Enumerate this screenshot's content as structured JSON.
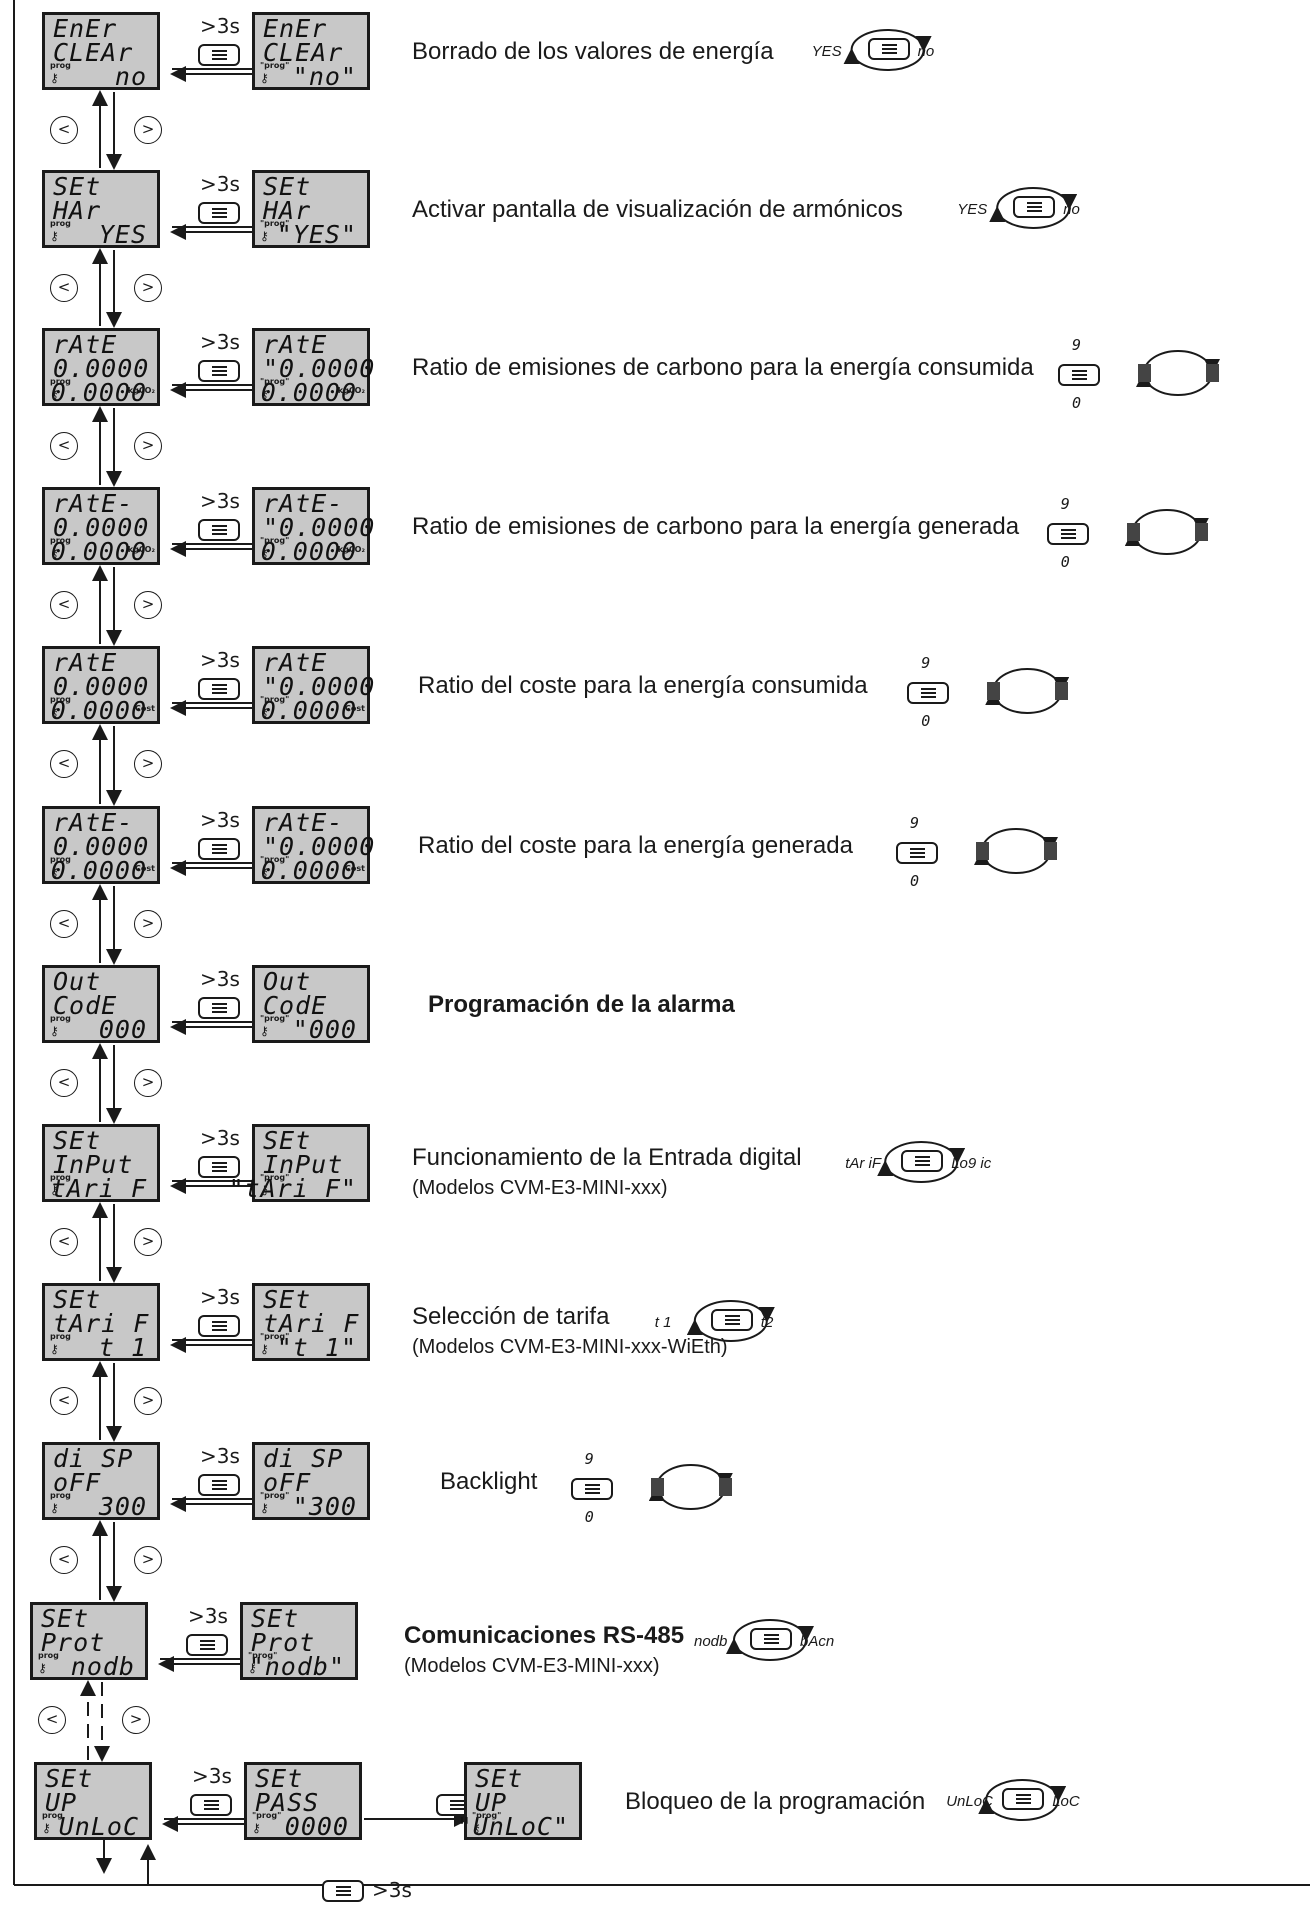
{
  "common": {
    "hold_label": ">3s",
    "prog_label": "prog",
    "left_arrow": "<",
    "right_arrow": ">"
  },
  "rows": [
    {
      "id": "ener",
      "lcd": [
        "EnEr",
        "CLEAr",
        "no"
      ],
      "lcd2": [
        "EnEr",
        "CLEAr",
        "\"no\""
      ],
      "unit": "",
      "desc": "Borrado de los valores de energía",
      "bold": false,
      "sub": "",
      "options": [
        "YES",
        "no"
      ]
    },
    {
      "id": "har",
      "lcd": [
        "SEt",
        "HAr",
        "YES"
      ],
      "lcd2": [
        "SEt",
        "HAr",
        "\"YES\""
      ],
      "unit": "",
      "desc": "Activar pantalla de visualización de armónicos",
      "bold": false,
      "sub": "",
      "options": [
        "YES",
        "no"
      ]
    },
    {
      "id": "rate1",
      "lcd": [
        "rAtE",
        "0.0000",
        "0.0000"
      ],
      "lcd2": [
        "rAtE",
        "\"0.0000",
        "0.0000"
      ],
      "unit": "kgCO₂",
      "desc": "Ratio de emisiones de carbono para la energía consumida",
      "bold": false,
      "sub": "",
      "options": [
        "9",
        "0"
      ]
    },
    {
      "id": "rate2",
      "lcd": [
        "rAtE-",
        "0.0000",
        "0.0000"
      ],
      "lcd2": [
        "rAtE-",
        "\"0.0000",
        "0.0000"
      ],
      "unit": "kgCO₂",
      "desc": "Ratio de emisiones de carbono para la energía generada",
      "bold": false,
      "sub": "",
      "options": [
        "9",
        "0"
      ]
    },
    {
      "id": "cost1",
      "lcd": [
        "rAtE",
        "0.0000",
        "0.0000"
      ],
      "lcd2": [
        "rAtE",
        "\"0.0000",
        "0.0000"
      ],
      "unit": "Cost",
      "desc": "Ratio del coste para la energía consumida",
      "bold": false,
      "sub": "",
      "options": [
        "9",
        "0"
      ]
    },
    {
      "id": "cost2",
      "lcd": [
        "rAtE-",
        "0.0000",
        "0.0000"
      ],
      "lcd2": [
        "rAtE-",
        "\"0.0000",
        "0.0000"
      ],
      "unit": "Cost",
      "desc": "Ratio del coste para la energía generada",
      "bold": false,
      "sub": "",
      "options": [
        "9",
        "0"
      ]
    },
    {
      "id": "out",
      "lcd": [
        "Out",
        "CodE",
        "000"
      ],
      "lcd2": [
        "Out",
        "CodE",
        "\"000"
      ],
      "unit": "",
      "desc": "Programación de la alarma",
      "bold": true,
      "sub": "",
      "options": []
    },
    {
      "id": "input",
      "lcd": [
        "SEt",
        "InPut",
        "tAri F"
      ],
      "lcd2": [
        "SEt",
        "InPut",
        "\"tAri F\""
      ],
      "unit": "",
      "desc": "Funcionamiento de la Entrada digital",
      "bold": false,
      "sub": "Modelos CVM-E3-MINI-xxx",
      "options": [
        "tAr iF",
        "Lo9 ic"
      ]
    },
    {
      "id": "tarif",
      "lcd": [
        "SEt",
        "tAri F",
        "t 1"
      ],
      "lcd2": [
        "SEt",
        "tAri F",
        "\"t 1\""
      ],
      "unit": "",
      "desc": "Selección de tarifa",
      "bold": false,
      "sub": "Modelos CVM-E3-MINI-xxx-WiEth",
      "options": [
        "t 1",
        "t2"
      ]
    },
    {
      "id": "disp",
      "lcd": [
        "di SP",
        "oFF",
        "300"
      ],
      "lcd2": [
        "di SP",
        "oFF",
        "\"300"
      ],
      "unit": "",
      "desc": "Backlight",
      "bold": false,
      "sub": "",
      "options": [
        "9",
        "0"
      ]
    },
    {
      "id": "prot",
      "lcd": [
        "SEt",
        "Prot",
        "nodb"
      ],
      "lcd2": [
        "SEt",
        "Prot",
        "\"nodb\""
      ],
      "unit": "",
      "desc": "Comunicaciones RS-485",
      "bold": true,
      "sub": "Modelos CVM-E3-MINI-xxx",
      "options": [
        "nodb",
        "bAcn"
      ]
    },
    {
      "id": "up",
      "lcd": [
        "SEt",
        "UP",
        "UnLoC"
      ],
      "lcd2": [
        "SEt",
        "PASS",
        "0000"
      ],
      "lcd3": [
        "SEt",
        "UP",
        "\"UnLoC\""
      ],
      "unit": "",
      "desc": "Bloqueo de la programación",
      "bold": false,
      "sub": "",
      "options": [
        "UnLoC",
        "LoC"
      ]
    }
  ],
  "footer": {
    "label": ">3s"
  }
}
